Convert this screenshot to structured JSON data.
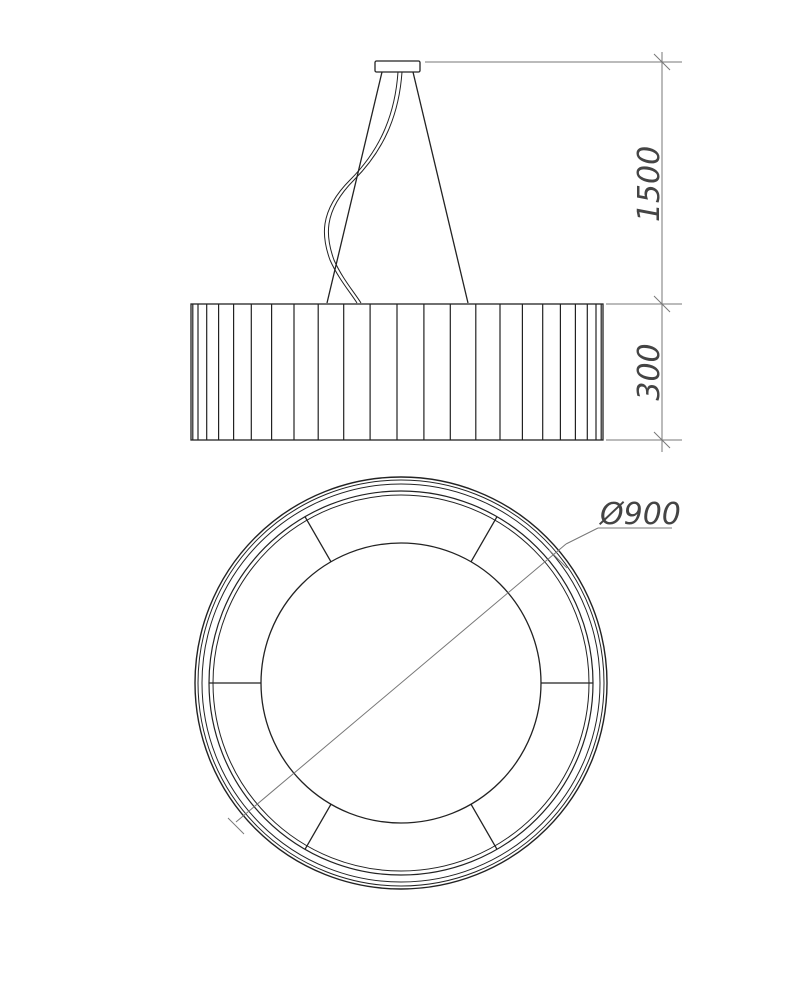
{
  "dimensions": {
    "suspension_height": "1500",
    "shade_height": "300",
    "diameter": "Ø900"
  },
  "colors": {
    "line": "#222222",
    "dimension_line": "#777777",
    "dimension_text": "#444444",
    "background": "#ffffff"
  }
}
